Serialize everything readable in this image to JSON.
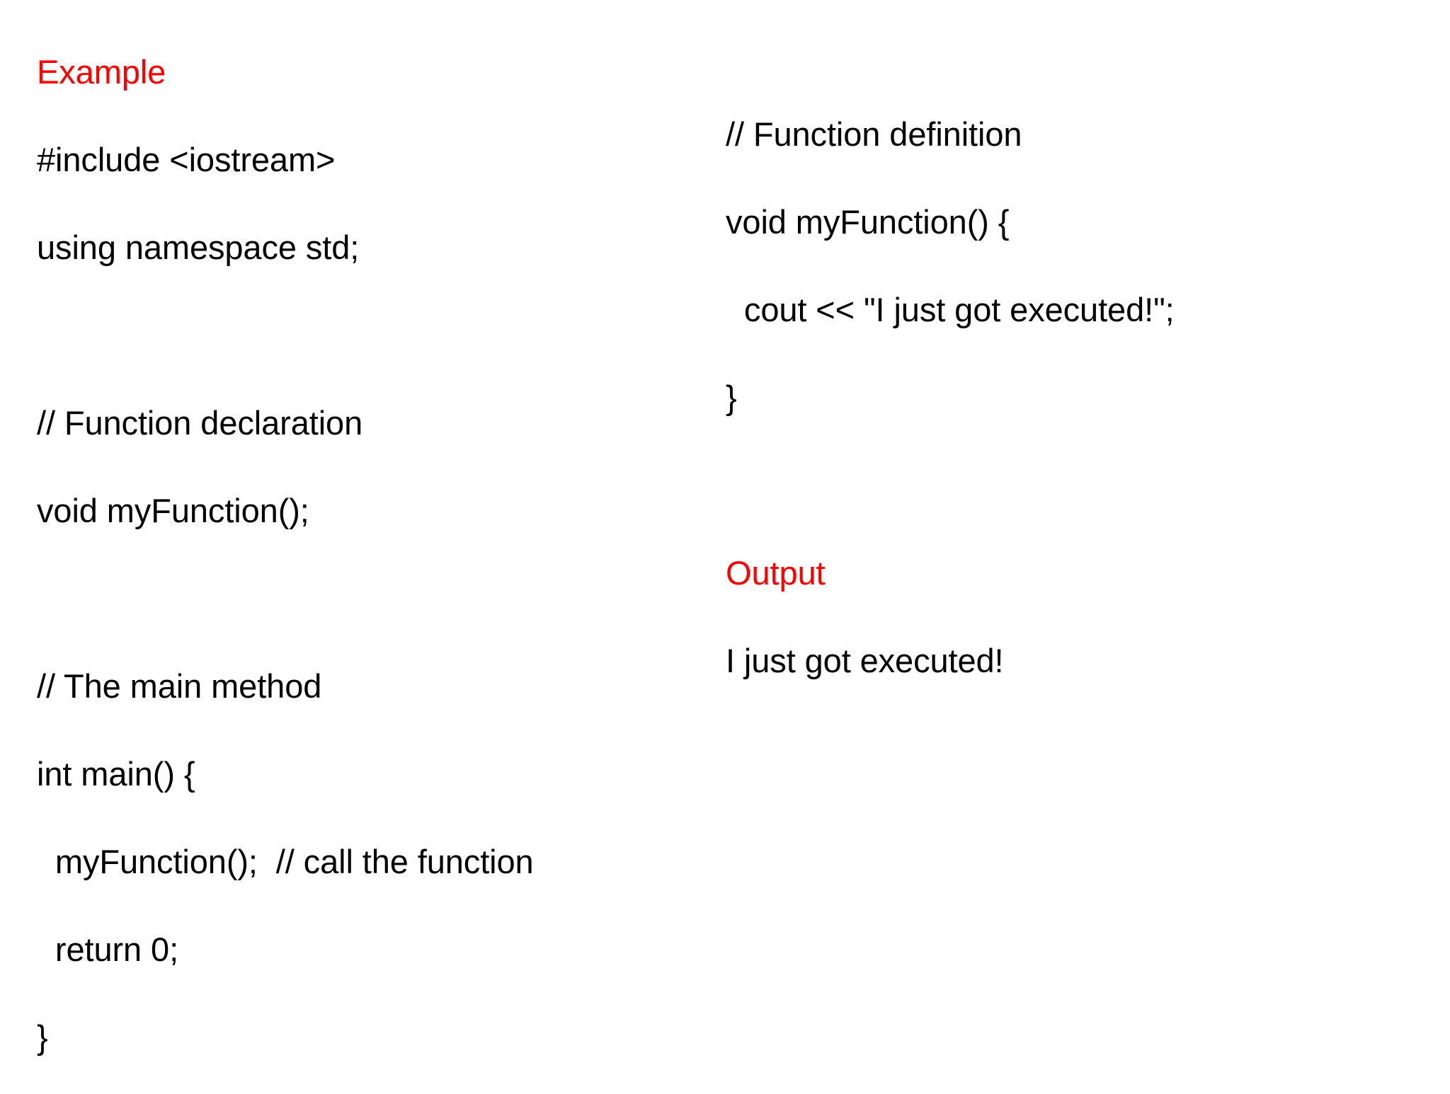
{
  "slide": {
    "background_color": "#ffffff",
    "text_color": "#000000",
    "heading_color": "#FF0000",
    "left_column": {
      "heading": "Example",
      "lines": [
        "Example",
        "#include <iostream>",
        "using namespace std;",
        "",
        "// Function declaration",
        "void myFunction();",
        "",
        "// The main method",
        "int main() {",
        "  myFunction();  // call the function",
        "  return 0;",
        "}"
      ]
    },
    "right_column": {
      "heading": "Output",
      "lines": [
        "// Function definition",
        "void myFunction() {",
        "  cout << \"I just got executed!\";",
        "}",
        "",
        "Output",
        "I just got executed!"
      ]
    }
  }
}
